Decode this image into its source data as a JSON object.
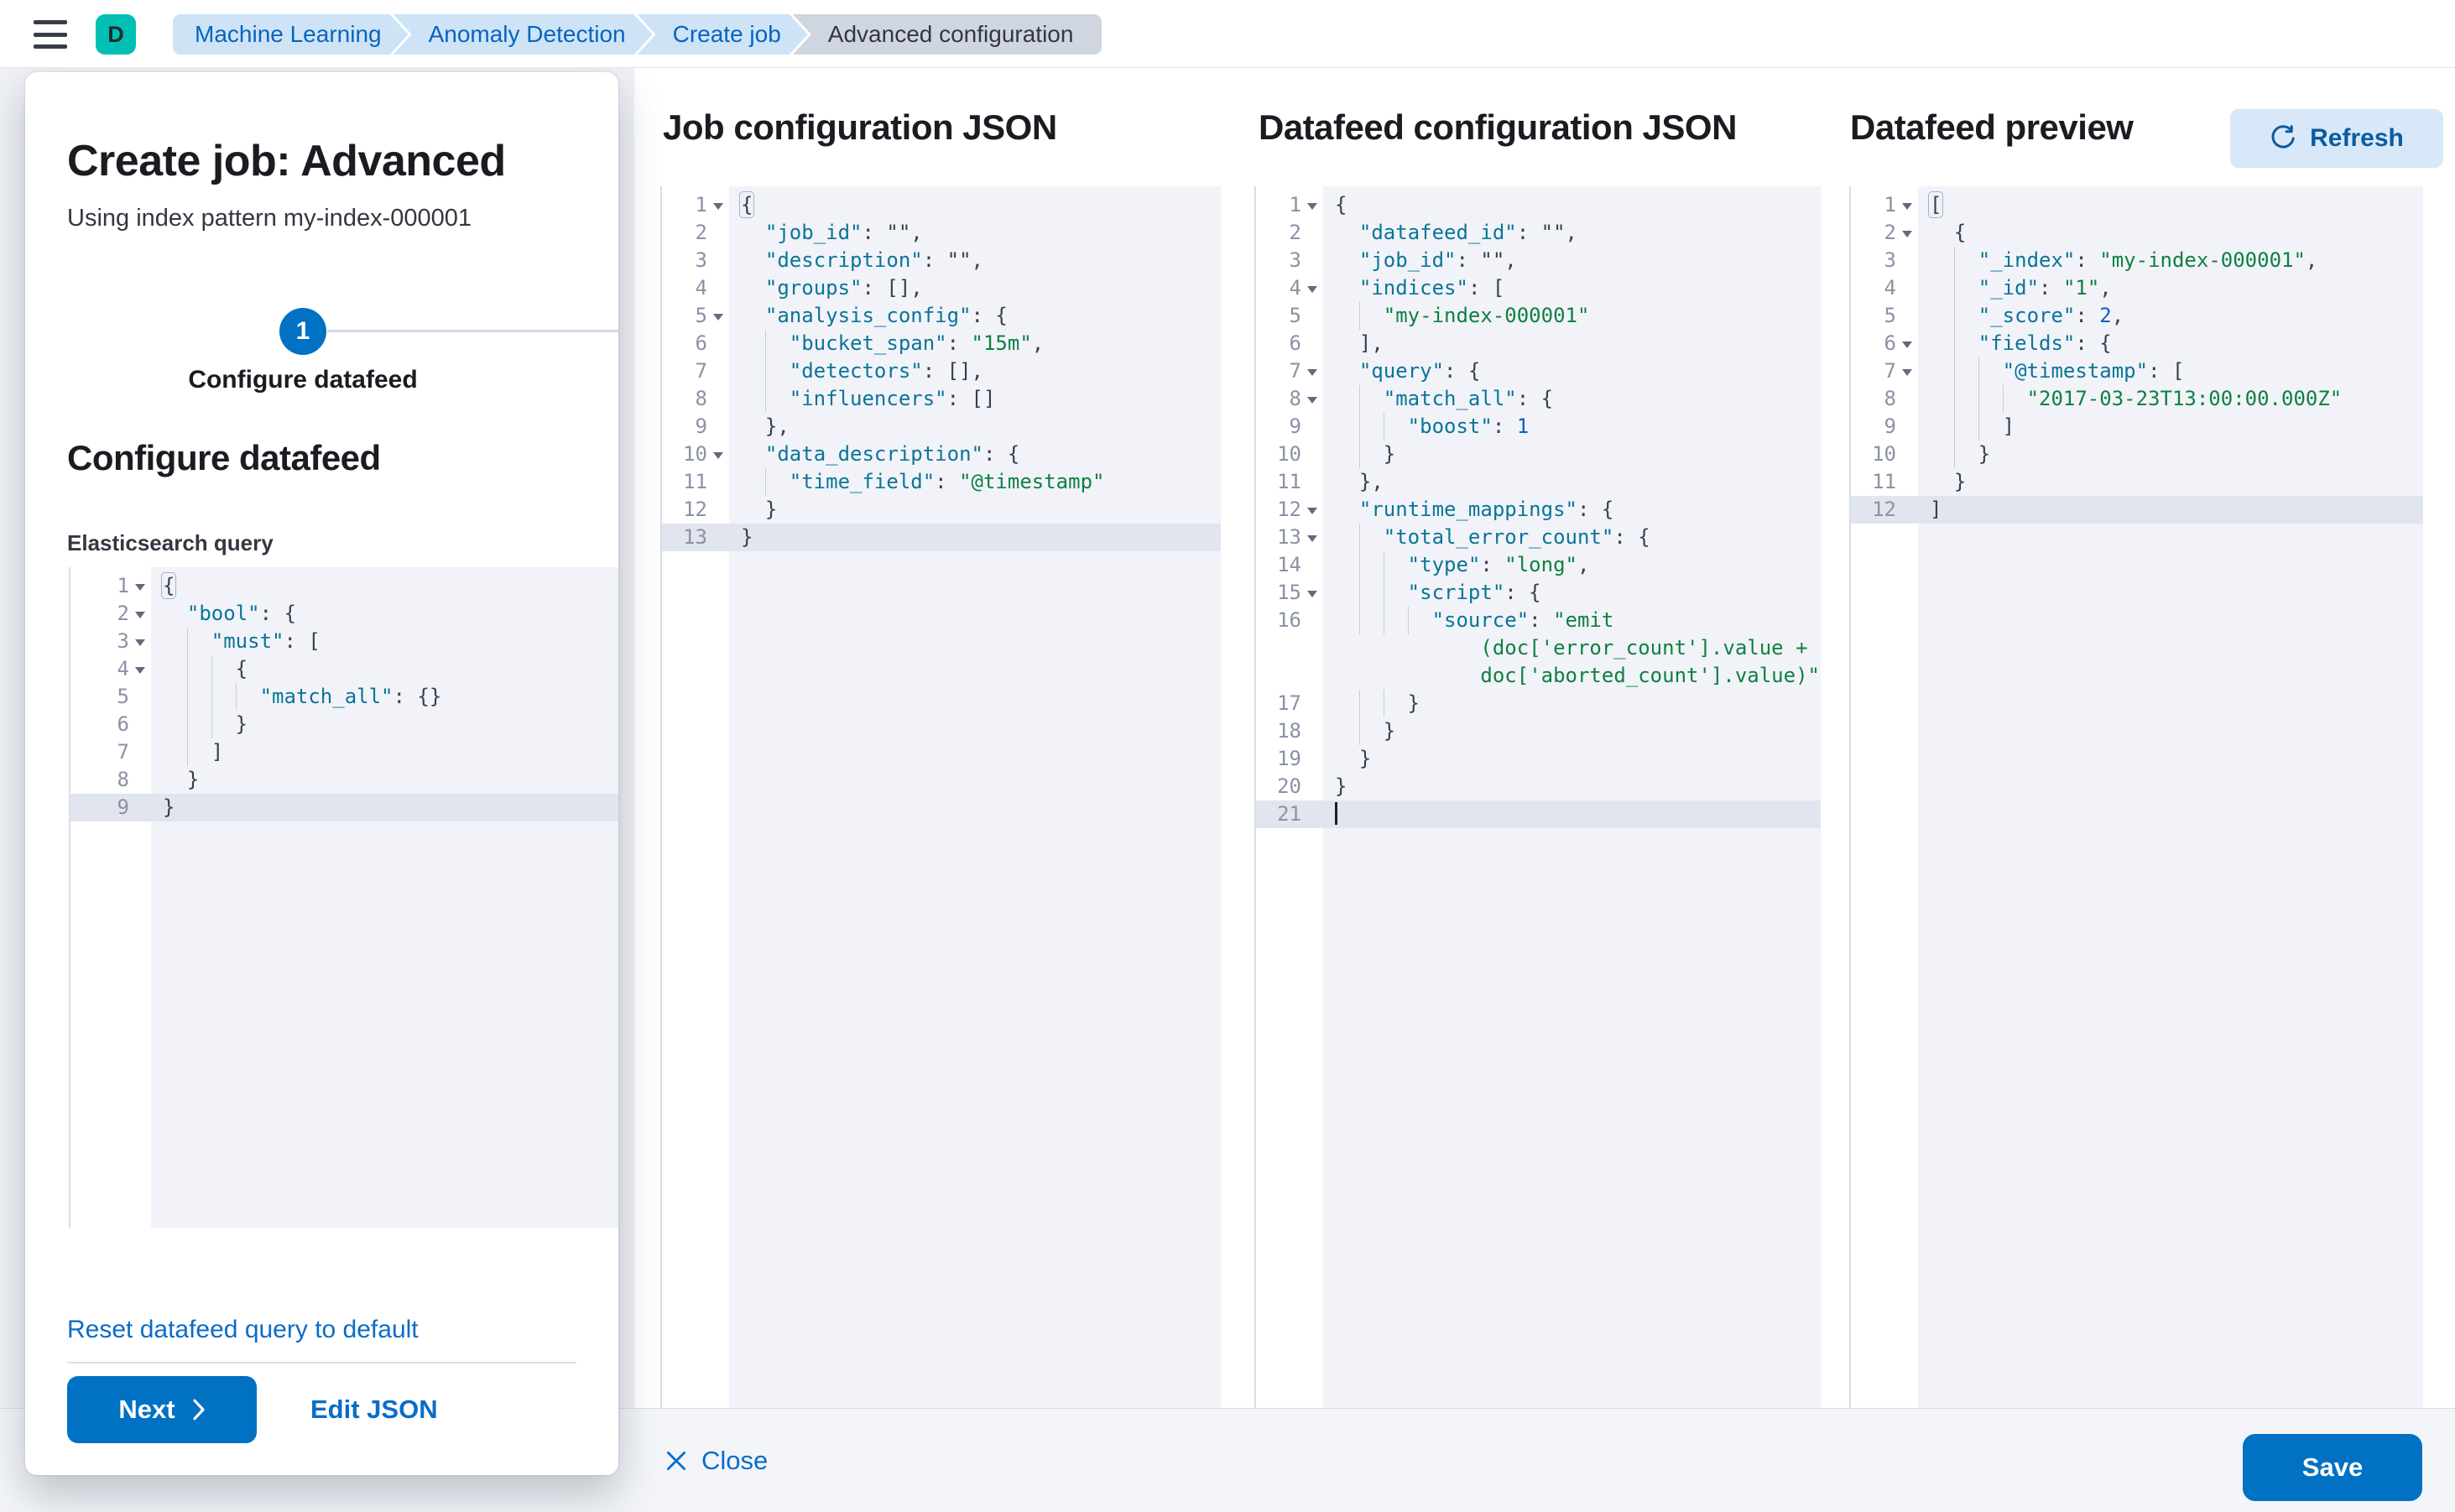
{
  "header": {
    "avatar_initial": "D",
    "breadcrumbs": [
      {
        "label": "Machine Learning",
        "current": false
      },
      {
        "label": "Anomaly Detection",
        "current": false
      },
      {
        "label": "Create job",
        "current": false
      },
      {
        "label": "Advanced configuration",
        "current": true
      }
    ]
  },
  "flyout": {
    "title": "Create job: Advanced",
    "subtitle": "Using index pattern my-index-000001",
    "step": {
      "number": "1",
      "label": "Configure datafeed"
    },
    "section_title": "Configure datafeed",
    "query_label": "Elasticsearch query",
    "reset_link": "Reset datafeed query to default",
    "next_label": "Next",
    "edit_json_label": "Edit JSON"
  },
  "panels": {
    "job": {
      "title": "Job configuration JSON"
    },
    "datafeed": {
      "title": "Datafeed configuration JSON"
    },
    "preview": {
      "title": "Datafeed preview",
      "refresh_label": "Refresh"
    }
  },
  "footer": {
    "close_label": "Close",
    "save_label": "Save"
  },
  "colors": {
    "primary_blue": "#0071c3",
    "link_blue": "#0a6cc8",
    "avatar_teal": "#00bfb3",
    "breadcrumb_blue_bg": "#cfe3f6",
    "breadcrumb_gray_bg": "#d0d6e0",
    "code_key": "#0a7597",
    "code_string": "#0f8040",
    "code_number": "#0a5fc0",
    "editor_bg": "#f1f3f9",
    "active_line_bg": "#e1e5ee"
  },
  "editors": {
    "esq": {
      "rows": [
        {
          "n": "1",
          "f": true,
          "sp": 0,
          "g": 0,
          "t": [
            [
              "b",
              "{"
            ]
          ]
        },
        {
          "n": "2",
          "f": true,
          "sp": 2,
          "g": 0,
          "t": [
            [
              "k",
              "\"bool\""
            ],
            [
              "p",
              ": {"
            ]
          ]
        },
        {
          "n": "3",
          "f": true,
          "sp": 2,
          "g": 1,
          "t": [
            [
              "k",
              "\"must\""
            ],
            [
              "p",
              ": ["
            ]
          ]
        },
        {
          "n": "4",
          "f": true,
          "sp": 2,
          "g": 2,
          "t": [
            [
              "p",
              "{"
            ]
          ]
        },
        {
          "n": "5",
          "sp": 2,
          "g": 3,
          "t": [
            [
              "k",
              "\"match_all\""
            ],
            [
              "p",
              ": {}"
            ]
          ]
        },
        {
          "n": "6",
          "sp": 2,
          "g": 2,
          "t": [
            [
              "p",
              "}"
            ]
          ]
        },
        {
          "n": "7",
          "sp": 2,
          "g": 1,
          "t": [
            [
              "p",
              "]"
            ]
          ]
        },
        {
          "n": "8",
          "sp": 2,
          "g": 0,
          "t": [
            [
              "p",
              "}"
            ]
          ]
        },
        {
          "n": "9",
          "a": true,
          "sp": 0,
          "g": 0,
          "t": [
            [
              "p",
              "}"
            ]
          ]
        }
      ]
    },
    "job": {
      "rows": [
        {
          "n": "1",
          "f": true,
          "sp": 0,
          "g": 0,
          "t": [
            [
              "b",
              "{"
            ]
          ]
        },
        {
          "n": "2",
          "sp": 2,
          "g": 0,
          "t": [
            [
              "k",
              "\"job_id\""
            ],
            [
              "p",
              ": \"\","
            ]
          ]
        },
        {
          "n": "3",
          "sp": 2,
          "g": 0,
          "t": [
            [
              "k",
              "\"description\""
            ],
            [
              "p",
              ": \"\","
            ]
          ]
        },
        {
          "n": "4",
          "sp": 2,
          "g": 0,
          "t": [
            [
              "k",
              "\"groups\""
            ],
            [
              "p",
              ": [],"
            ]
          ]
        },
        {
          "n": "5",
          "f": true,
          "sp": 2,
          "g": 0,
          "t": [
            [
              "k",
              "\"analysis_config\""
            ],
            [
              "p",
              ": {"
            ]
          ]
        },
        {
          "n": "6",
          "sp": 2,
          "g": 1,
          "t": [
            [
              "k",
              "\"bucket_span\""
            ],
            [
              "p",
              ": "
            ],
            [
              "s",
              "\"15m\""
            ],
            [
              "p",
              ","
            ]
          ]
        },
        {
          "n": "7",
          "sp": 2,
          "g": 1,
          "t": [
            [
              "k",
              "\"detectors\""
            ],
            [
              "p",
              ": [],"
            ]
          ]
        },
        {
          "n": "8",
          "sp": 2,
          "g": 1,
          "t": [
            [
              "k",
              "\"influencers\""
            ],
            [
              "p",
              ": []"
            ]
          ]
        },
        {
          "n": "9",
          "sp": 2,
          "g": 0,
          "t": [
            [
              "p",
              "},"
            ]
          ]
        },
        {
          "n": "10",
          "f": true,
          "sp": 2,
          "g": 0,
          "t": [
            [
              "k",
              "\"data_description\""
            ],
            [
              "p",
              ": {"
            ]
          ]
        },
        {
          "n": "11",
          "sp": 2,
          "g": 1,
          "t": [
            [
              "k",
              "\"time_field\""
            ],
            [
              "p",
              ": "
            ],
            [
              "s",
              "\"@timestamp\""
            ]
          ]
        },
        {
          "n": "12",
          "sp": 2,
          "g": 0,
          "t": [
            [
              "p",
              "}"
            ]
          ]
        },
        {
          "n": "13",
          "a": true,
          "sp": 0,
          "g": 0,
          "t": [
            [
              "p",
              "}"
            ]
          ]
        }
      ]
    },
    "datafeed": {
      "rows": [
        {
          "n": "1",
          "f": true,
          "sp": 0,
          "g": 0,
          "t": [
            [
              "p",
              "{"
            ]
          ]
        },
        {
          "n": "2",
          "sp": 2,
          "g": 0,
          "t": [
            [
              "k",
              "\"datafeed_id\""
            ],
            [
              "p",
              ": \"\","
            ]
          ]
        },
        {
          "n": "3",
          "sp": 2,
          "g": 0,
          "t": [
            [
              "k",
              "\"job_id\""
            ],
            [
              "p",
              ": \"\","
            ]
          ]
        },
        {
          "n": "4",
          "f": true,
          "sp": 2,
          "g": 0,
          "t": [
            [
              "k",
              "\"indices\""
            ],
            [
              "p",
              ": ["
            ]
          ]
        },
        {
          "n": "5",
          "sp": 2,
          "g": 1,
          "t": [
            [
              "s",
              "\"my-index-000001\""
            ]
          ]
        },
        {
          "n": "6",
          "sp": 2,
          "g": 0,
          "t": [
            [
              "p",
              "],"
            ]
          ]
        },
        {
          "n": "7",
          "f": true,
          "sp": 2,
          "g": 0,
          "t": [
            [
              "k",
              "\"query\""
            ],
            [
              "p",
              ": {"
            ]
          ]
        },
        {
          "n": "8",
          "f": true,
          "sp": 2,
          "g": 1,
          "t": [
            [
              "k",
              "\"match_all\""
            ],
            [
              "p",
              ": {"
            ]
          ]
        },
        {
          "n": "9",
          "sp": 2,
          "g": 2,
          "t": [
            [
              "k",
              "\"boost\""
            ],
            [
              "p",
              ": "
            ],
            [
              "n",
              "1"
            ]
          ]
        },
        {
          "n": "10",
          "sp": 2,
          "g": 1,
          "t": [
            [
              "p",
              "}"
            ]
          ]
        },
        {
          "n": "11",
          "sp": 2,
          "g": 0,
          "t": [
            [
              "p",
              "},"
            ]
          ]
        },
        {
          "n": "12",
          "f": true,
          "sp": 2,
          "g": 0,
          "t": [
            [
              "k",
              "\"runtime_mappings\""
            ],
            [
              "p",
              ": {"
            ]
          ]
        },
        {
          "n": "13",
          "f": true,
          "sp": 2,
          "g": 1,
          "t": [
            [
              "k",
              "\"total_error_count\""
            ],
            [
              "p",
              ": {"
            ]
          ]
        },
        {
          "n": "14",
          "sp": 2,
          "g": 2,
          "t": [
            [
              "k",
              "\"type\""
            ],
            [
              "p",
              ": "
            ],
            [
              "s",
              "\"long\""
            ],
            [
              "p",
              ","
            ]
          ]
        },
        {
          "n": "15",
          "f": true,
          "sp": 2,
          "g": 2,
          "t": [
            [
              "k",
              "\"script\""
            ],
            [
              "p",
              ": {"
            ]
          ]
        },
        {
          "n": "16",
          "sp": 2,
          "g": 3,
          "t": [
            [
              "k",
              "\"source\""
            ],
            [
              "p",
              ": "
            ],
            [
              "s",
              "\"emit"
            ]
          ]
        },
        {
          "n": "",
          "sp": 12,
          "g": 0,
          "t": [
            [
              "s",
              "(doc['error_count'].value +"
            ]
          ]
        },
        {
          "n": "",
          "sp": 12,
          "g": 0,
          "t": [
            [
              "s",
              "doc['aborted_count'].value)\""
            ]
          ]
        },
        {
          "n": "17",
          "sp": 2,
          "g": 2,
          "t": [
            [
              "p",
              "}"
            ]
          ]
        },
        {
          "n": "18",
          "sp": 2,
          "g": 1,
          "t": [
            [
              "p",
              "}"
            ]
          ]
        },
        {
          "n": "19",
          "sp": 2,
          "g": 0,
          "t": [
            [
              "p",
              "}"
            ]
          ]
        },
        {
          "n": "20",
          "sp": 0,
          "g": 0,
          "t": [
            [
              "p",
              "}"
            ]
          ]
        },
        {
          "n": "21",
          "a": true,
          "cur": true,
          "sp": 0,
          "g": 0,
          "t": []
        }
      ]
    },
    "preview": {
      "rows": [
        {
          "n": "1",
          "f": true,
          "sp": 0,
          "g": 0,
          "t": [
            [
              "b",
              "["
            ]
          ]
        },
        {
          "n": "2",
          "f": true,
          "sp": 2,
          "g": 0,
          "t": [
            [
              "p",
              "{"
            ]
          ]
        },
        {
          "n": "3",
          "sp": 2,
          "g": 1,
          "t": [
            [
              "k",
              "\"_index\""
            ],
            [
              "p",
              ": "
            ],
            [
              "s",
              "\"my-index-000001\""
            ],
            [
              "p",
              ","
            ]
          ]
        },
        {
          "n": "4",
          "sp": 2,
          "g": 1,
          "t": [
            [
              "k",
              "\"_id\""
            ],
            [
              "p",
              ": "
            ],
            [
              "s",
              "\"1\""
            ],
            [
              "p",
              ","
            ]
          ]
        },
        {
          "n": "5",
          "sp": 2,
          "g": 1,
          "t": [
            [
              "k",
              "\"_score\""
            ],
            [
              "p",
              ": "
            ],
            [
              "n",
              "2"
            ],
            [
              "p",
              ","
            ]
          ]
        },
        {
          "n": "6",
          "f": true,
          "sp": 2,
          "g": 1,
          "t": [
            [
              "k",
              "\"fields\""
            ],
            [
              "p",
              ": {"
            ]
          ]
        },
        {
          "n": "7",
          "f": true,
          "sp": 2,
          "g": 2,
          "t": [
            [
              "k",
              "\"@timestamp\""
            ],
            [
              "p",
              ": ["
            ]
          ]
        },
        {
          "n": "8",
          "sp": 2,
          "g": 3,
          "t": [
            [
              "s",
              "\"2017-03-23T13:00:00.000Z\""
            ]
          ]
        },
        {
          "n": "9",
          "sp": 2,
          "g": 2,
          "t": [
            [
              "p",
              "]"
            ]
          ]
        },
        {
          "n": "10",
          "sp": 2,
          "g": 1,
          "t": [
            [
              "p",
              "}"
            ]
          ]
        },
        {
          "n": "11",
          "sp": 2,
          "g": 0,
          "t": [
            [
              "p",
              "}"
            ]
          ]
        },
        {
          "n": "12",
          "a": true,
          "sp": 0,
          "g": 0,
          "t": [
            [
              "p",
              "]"
            ]
          ]
        }
      ]
    }
  }
}
